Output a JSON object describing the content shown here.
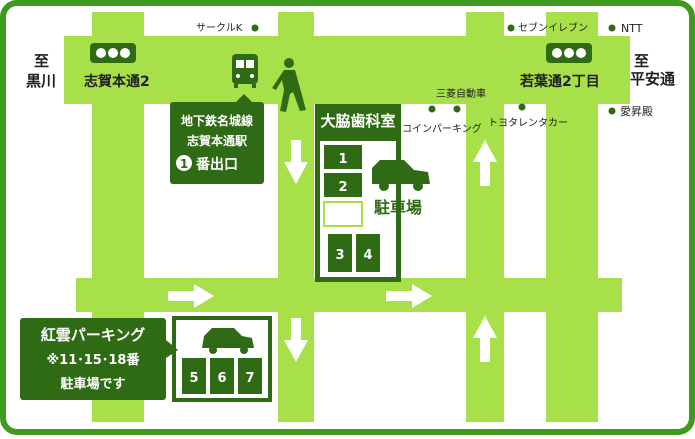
{
  "colors": {
    "frame": "#3f9a1f",
    "road": "#a8e04a",
    "road_main": "#8fd13a",
    "dark": "#2f6b14",
    "label_bg": "#2f6b14",
    "white": "#ffffff",
    "text": "#1f1f1f",
    "arrow": "#ffffff"
  },
  "directions": {
    "left_line1": "至",
    "left_line2": "黒川",
    "right_line1": "至",
    "right_line2": "平安通"
  },
  "intersections": {
    "left": "志賀本通2",
    "right": "若葉通2丁目"
  },
  "landmarks": {
    "circle_k": "サークルK",
    "seven_eleven": "セブンイレブン",
    "ntt": "NTT",
    "mitsubishi": "三菱自動車",
    "coin_parking": "コインパーキング",
    "toyota_rental": "トヨタレンタカー",
    "aishoden": "愛昇殿"
  },
  "subway": {
    "line1": "地下鉄名城線",
    "line2": "志賀本通駅",
    "exit_num": "1",
    "exit_label": "番出口"
  },
  "clinic": {
    "name": "大脇歯科室",
    "spaces": [
      "1",
      "2",
      "3",
      "4"
    ],
    "lot_label": "駐車場"
  },
  "koun_parking": {
    "title": "紅雲パーキング",
    "line2": "※11･15･18番",
    "line3": "駐車場です",
    "spaces": [
      "5",
      "6",
      "7"
    ]
  },
  "icons": {
    "traffic_light": "traffic-light-icon",
    "train": "train-icon",
    "pedestrian": "pedestrian-icon",
    "car": "car-icon",
    "arrow": "arrow-icon",
    "dot": "landmark-dot-icon"
  }
}
